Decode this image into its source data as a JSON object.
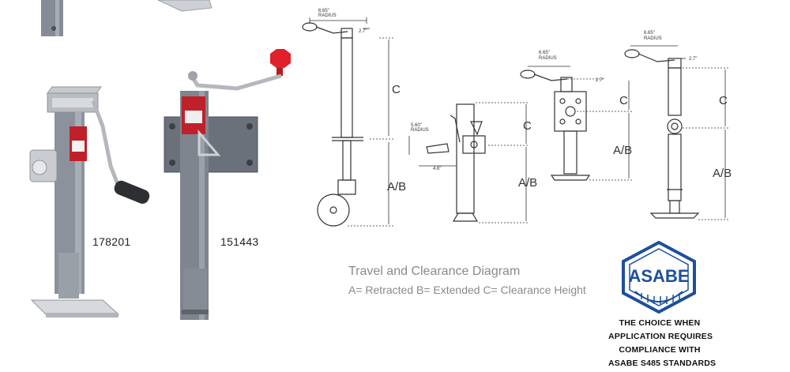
{
  "products": [
    {
      "model": "178201"
    },
    {
      "model": "151443"
    }
  ],
  "diagrams": {
    "radius_label": "RADIUS",
    "radius_value_standard": "6.65\"",
    "radius_value_side": "5.60\"",
    "offset_small": "2.7\"",
    "offset_side": "4.6\"",
    "height_c": "C",
    "height_ab": "A/B"
  },
  "caption": {
    "title": "Travel and Clearance Diagram",
    "legend": "A= Retracted B= Extended C= Clearance Height"
  },
  "badge": {
    "logo_text": "ASABE",
    "statement_lines": [
      "THE CHOICE WHEN",
      "APPLICATION REQUIRES",
      "COMPLIANCE WITH",
      "ASABE S485 STANDARDS"
    ]
  },
  "colors": {
    "jack_gray": "#8c929b",
    "handle_red": "#e0202a",
    "badge_blue": "#1d4f9c",
    "caption_gray": "#8a8a8a"
  }
}
